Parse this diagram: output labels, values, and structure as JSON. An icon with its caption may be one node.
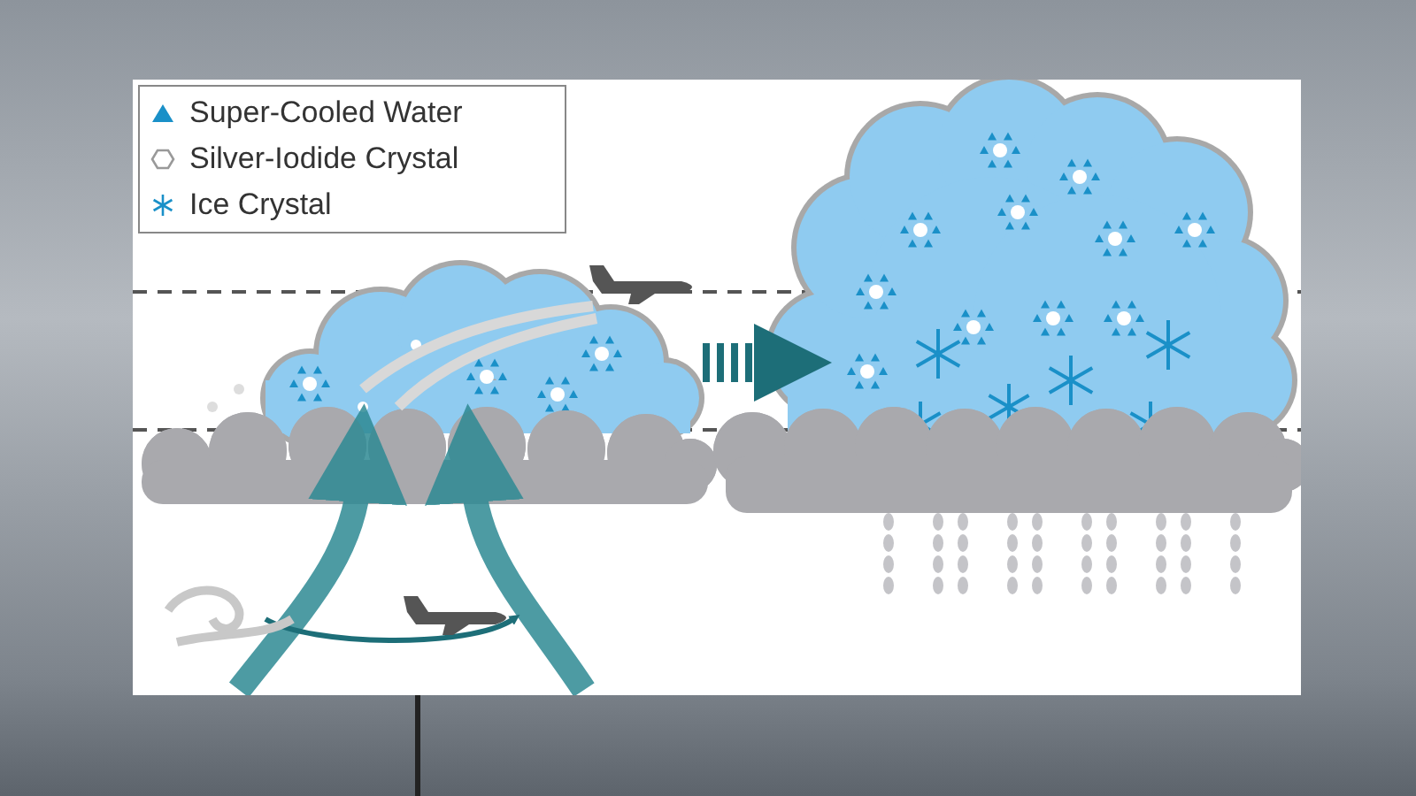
{
  "diagram": {
    "nodes": [
      {
        "text": [],
        "shape": "cloud"
      },
      {
        "text": [],
        "shape": "cloud"
      }
    ],
    "edges": [
      {
        "from": 0,
        "to": 1,
        "arrow": "to",
        "style": "dashed"
      },
      {
        "from": null,
        "to": 0,
        "arrow": "to"
      },
      {
        "from": null,
        "to": 0,
        "arrow": "to"
      }
    ],
    "legend": [
      {
        "text": "Super-Cooled Water"
      },
      {
        "text": "Silver-Iodide Crystal"
      },
      {
        "text": "Ice Crystal"
      }
    ]
  }
}
